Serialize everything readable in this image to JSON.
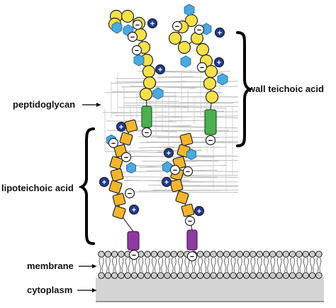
{
  "labels": {
    "wall_teichoic_acid": "wall teichoic acid",
    "peptidoglycan": "peptidoglycan",
    "lipoteichoic_acid": "lipoteichoic acid",
    "membrane": "membrane",
    "cytoplasm": "cytoplasm"
  },
  "symbols": {
    "positive": "+",
    "negative": "−"
  },
  "colors": {
    "yellow_unit": "#f7e14a",
    "orange_unit": "#f5b62e",
    "blue_hexagon": "#4aa9e0",
    "anchor_green": "#4caf50",
    "anchor_purple": "#8e3aa0",
    "positive_ion": "#1f3a93",
    "lipid_head": "#cccccc",
    "cytoplasm": "#d4d4d4",
    "outline": "#222222"
  }
}
